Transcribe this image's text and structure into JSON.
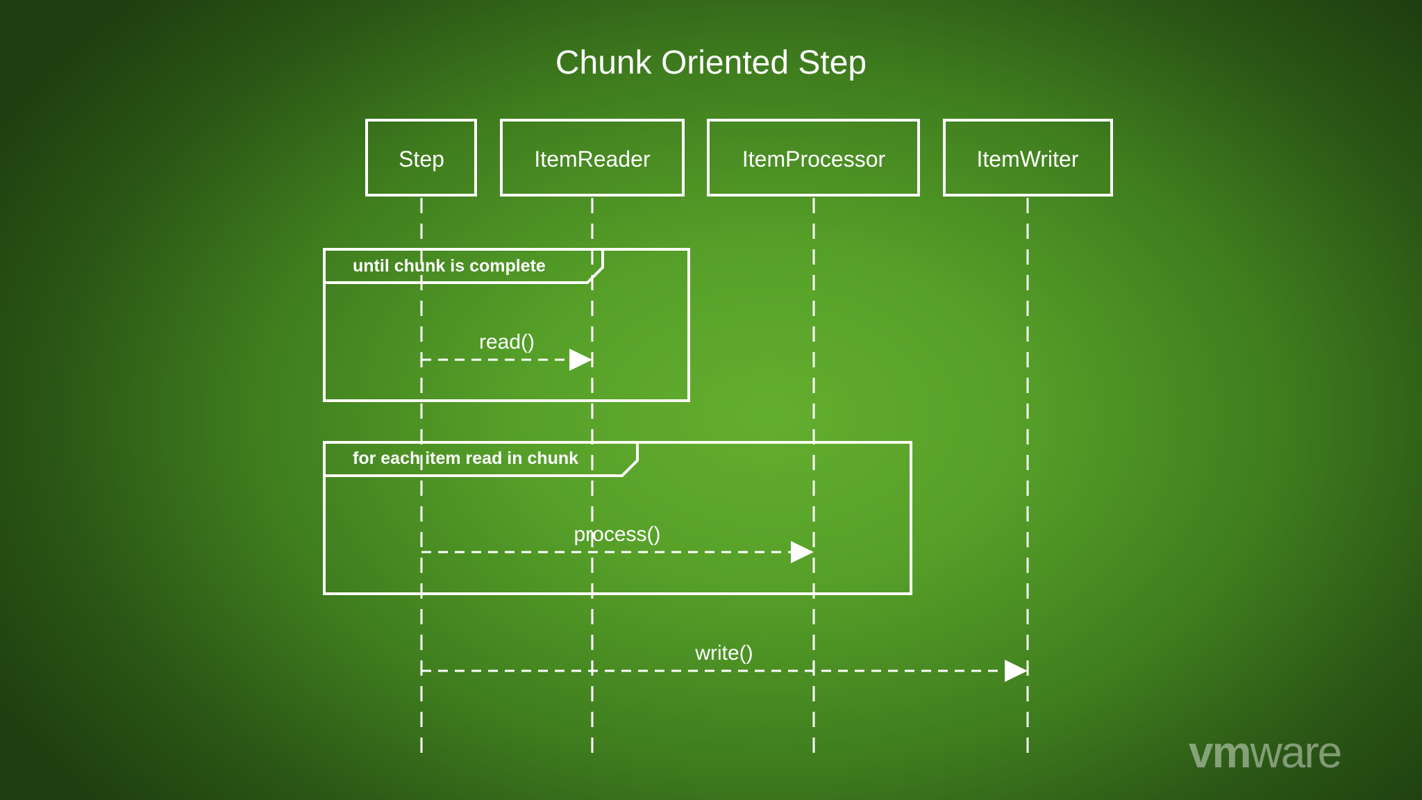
{
  "title": "Chunk Oriented Step",
  "participants": [
    {
      "id": "step",
      "label": "Step"
    },
    {
      "id": "reader",
      "label": "ItemReader"
    },
    {
      "id": "processor",
      "label": "ItemProcessor"
    },
    {
      "id": "writer",
      "label": "ItemWriter"
    }
  ],
  "fragments": [
    {
      "id": "read-loop",
      "label": "until chunk is complete"
    },
    {
      "id": "process-loop",
      "label": "for each item read in chunk"
    }
  ],
  "messages": [
    {
      "id": "read",
      "label": "read()",
      "from": "step",
      "to": "reader"
    },
    {
      "id": "process",
      "label": "process()",
      "from": "step",
      "to": "processor"
    },
    {
      "id": "write",
      "label": "write()",
      "from": "step",
      "to": "writer"
    }
  ],
  "logo": {
    "vm": "vm",
    "ware": "ware"
  },
  "colors": {
    "line": "#ffffff",
    "bg_center": "#63ae2f",
    "bg_edge": "#1f3f10"
  }
}
